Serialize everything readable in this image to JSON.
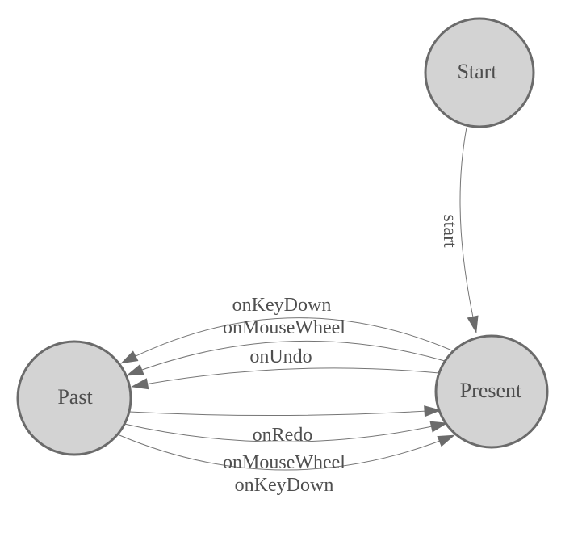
{
  "diagram": {
    "type": "state-machine",
    "background_color": "#ffffff",
    "colors": {
      "node_fill": "#d3d3d3",
      "node_stroke": "#6b6b6b",
      "edge_stroke": "#757575",
      "arrow_fill": "#6b6b6b",
      "label_text": "#4f4f4f"
    },
    "nodes": [
      {
        "id": "start",
        "label": "Start"
      },
      {
        "id": "present",
        "label": "Present"
      },
      {
        "id": "past",
        "label": "Past"
      }
    ],
    "edges": [
      {
        "from": "start",
        "to": "present",
        "label": "start"
      },
      {
        "from": "present",
        "to": "past",
        "label": "onKeyDown"
      },
      {
        "from": "present",
        "to": "past",
        "label": "onMouseWheel"
      },
      {
        "from": "present",
        "to": "past",
        "label": "onUndo"
      },
      {
        "from": "past",
        "to": "present",
        "label": "onRedo"
      },
      {
        "from": "past",
        "to": "present",
        "label": "onMouseWheel"
      },
      {
        "from": "past",
        "to": "present",
        "label": "onKeyDown"
      }
    ]
  }
}
